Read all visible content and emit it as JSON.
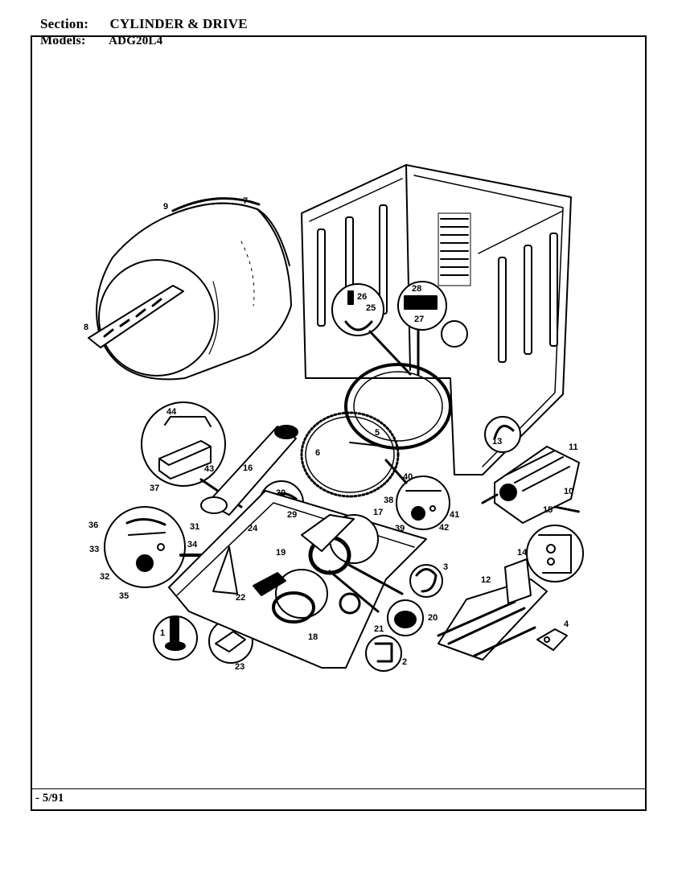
{
  "header": {
    "section_label": "Section:",
    "section_value": "CYLINDER & DRIVE",
    "models_label": "Models:",
    "models_value": "ADG20L4"
  },
  "footer": {
    "date": "5/91"
  },
  "callouts": {
    "c1": "1",
    "c2": "2",
    "c3": "3",
    "c4": "4",
    "c5": "5",
    "c6": "6",
    "c7": "7",
    "c8": "8",
    "c9": "9",
    "c10": "10",
    "c11": "11",
    "c12": "12",
    "c13": "13",
    "c14": "14",
    "c15": "15",
    "c16": "16",
    "c17": "17",
    "c18": "18",
    "c19": "19",
    "c20": "20",
    "c21": "21",
    "c22": "22",
    "c23": "23",
    "c24": "24",
    "c25": "25",
    "c26": "26",
    "c27": "27",
    "c28": "28",
    "c29": "29",
    "c30": "30",
    "c31": "31",
    "c32": "32",
    "c33": "33",
    "c34": "34",
    "c35": "35",
    "c36": "36",
    "c37": "37",
    "c38": "38",
    "c39": "39",
    "c40": "40",
    "c41": "41",
    "c42": "42",
    "c43": "43",
    "c44": "44"
  }
}
